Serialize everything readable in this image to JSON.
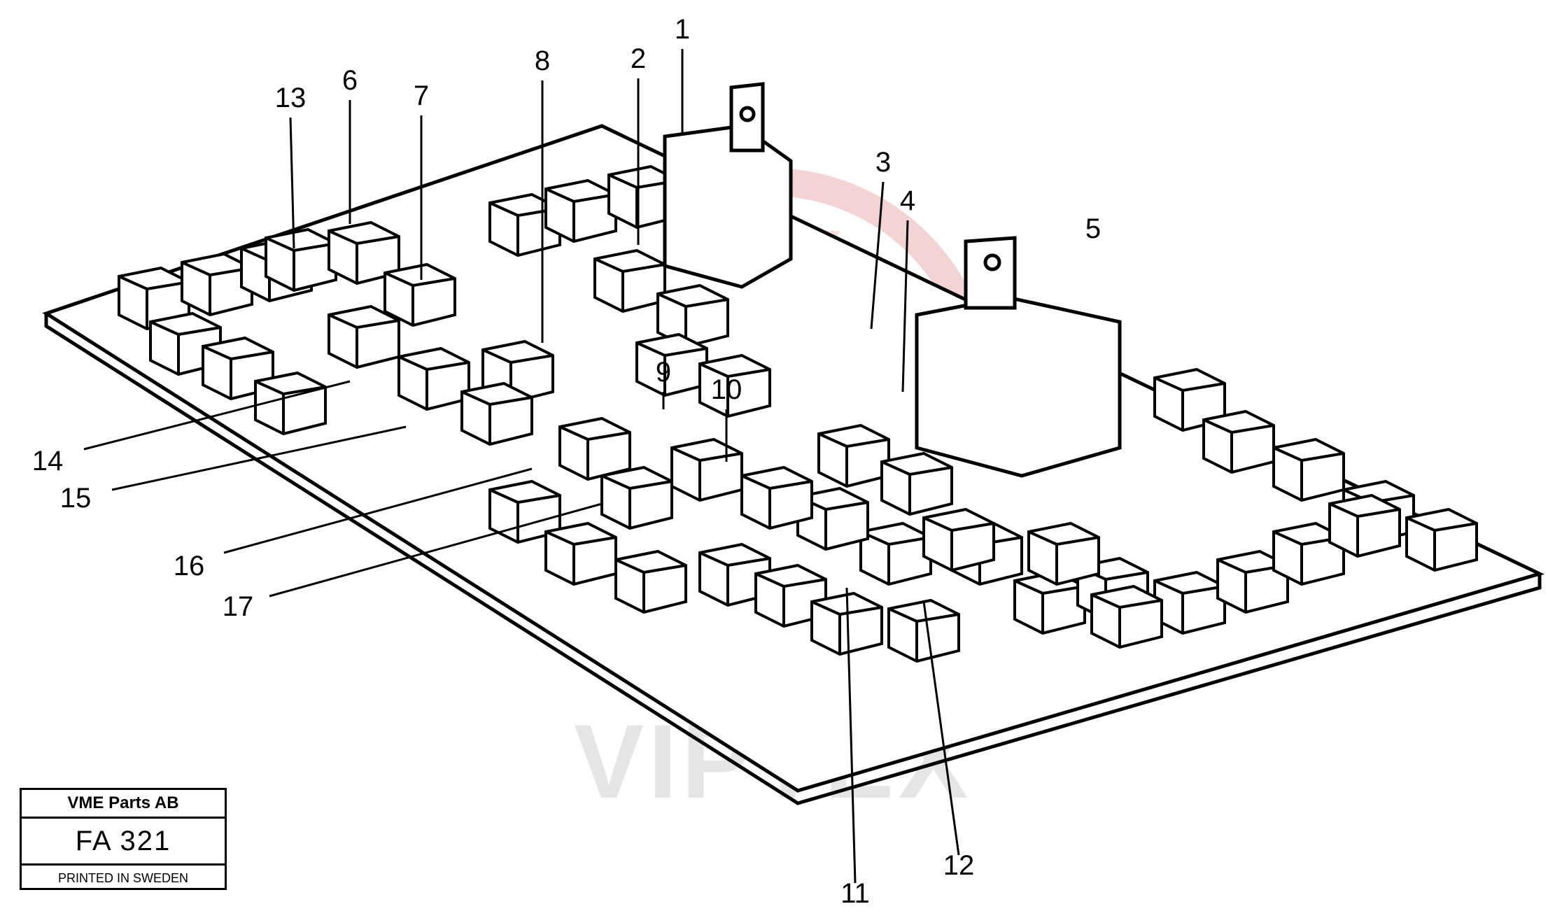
{
  "diagram": {
    "callouts": [
      "1",
      "2",
      "3",
      "4",
      "5",
      "6",
      "7",
      "8",
      "9",
      "10",
      "11",
      "12",
      "13",
      "14",
      "15",
      "16",
      "17"
    ]
  },
  "title_block": {
    "company": "VME Parts AB",
    "code": "FA 321",
    "printed": "PRINTED IN SWEDEN"
  },
  "watermark": {
    "text": "VIPTEX",
    "color": "#e8a6a6"
  },
  "colors": {
    "line": "#000000",
    "background": "#ffffff"
  }
}
